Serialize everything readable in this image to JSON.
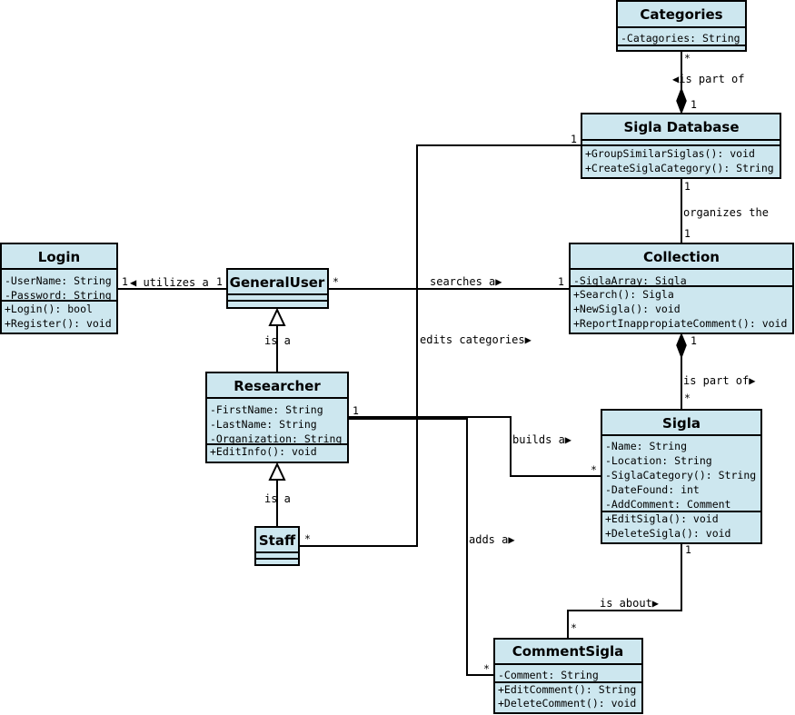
{
  "classes": {
    "categories": {
      "name": "Categories",
      "attributes": [
        "-Catagories: String"
      ],
      "methods": []
    },
    "sigla_database": {
      "name": "Sigla Database",
      "attributes": [],
      "methods": [
        "+GroupSimilarSiglas(): void",
        "+CreateSiglaCategory(): String"
      ]
    },
    "login": {
      "name": "Login",
      "attributes": [
        "-UserName: String",
        "-Password: String"
      ],
      "methods": [
        "+Login(): bool",
        "+Register(): void"
      ]
    },
    "general_user": {
      "name": "GeneralUser",
      "attributes": [],
      "methods": []
    },
    "collection": {
      "name": "Collection",
      "attributes": [
        "-SiglaArray: Sigla"
      ],
      "methods": [
        "+Search(): Sigla",
        "+NewSigla(): void",
        "+ReportInappropiateComment(): void"
      ]
    },
    "researcher": {
      "name": "Researcher",
      "attributes": [
        "-FirstName: String",
        "-LastName: String",
        "-Organization: String"
      ],
      "methods": [
        "+EditInfo(): void"
      ]
    },
    "sigla": {
      "name": "Sigla",
      "attributes": [
        "-Name: String",
        "-Location: String",
        "-SiglaCategory(): String",
        "-DateFound: int",
        "-AddComment: Comment"
      ],
      "methods": [
        "+EditSigla(): void",
        "+DeleteSigla(): void"
      ]
    },
    "staff": {
      "name": "Staff",
      "attributes": [],
      "methods": []
    },
    "comment_sigla": {
      "name": "CommentSigla",
      "attributes": [
        "-Comment: String"
      ],
      "methods": [
        "+EditComment(): String",
        "+DeleteComment(): void"
      ]
    }
  },
  "relations": {
    "categories_db": {
      "label": "◀is part of",
      "mult_a": "*",
      "mult_b": "1"
    },
    "db_collection": {
      "label": "organizes the",
      "mult_a": "1",
      "mult_b": "1"
    },
    "login_user": {
      "label": "◀ utilizes a",
      "mult_a": "1",
      "mult_b": "1"
    },
    "user_collection": {
      "label": "searches a▶",
      "mult_a": "*",
      "mult_b": "1"
    },
    "staff_db": {
      "label": "edits categories▶",
      "mult_a": "*",
      "mult_b": "1"
    },
    "researcher_user": {
      "label": "is a"
    },
    "staff_researcher": {
      "label": "is a"
    },
    "collection_sigla": {
      "label": "is part of▶",
      "mult_a": "1",
      "mult_b": "*"
    },
    "researcher_sigla": {
      "label": "builds a▶",
      "mult_a": "1",
      "mult_b": "*"
    },
    "researcher_comment": {
      "label": "adds a▶",
      "mult_b": "*"
    },
    "sigla_comment": {
      "label": "is about▶",
      "mult_a": "1",
      "mult_b": "*"
    }
  }
}
